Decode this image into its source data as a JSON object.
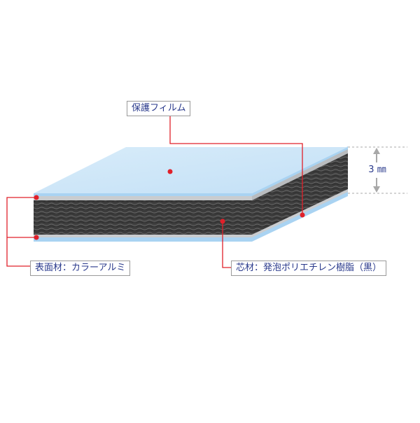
{
  "labels": {
    "protective_film": "保護フィルム",
    "surface_material": "表面材：カラーアルミ",
    "core_material": "芯材：発泡ポリエチレン樹脂（黒）",
    "thickness": "3 ㎜"
  },
  "colors": {
    "film_top": "#cde6f8",
    "film_edge": "#a9d3f2",
    "aluminum": "#c9cccf",
    "core": "#3e3e3e",
    "leader": "#e0202a",
    "label_text": "#2a3a8c",
    "dimension": "#a8a8a8"
  }
}
